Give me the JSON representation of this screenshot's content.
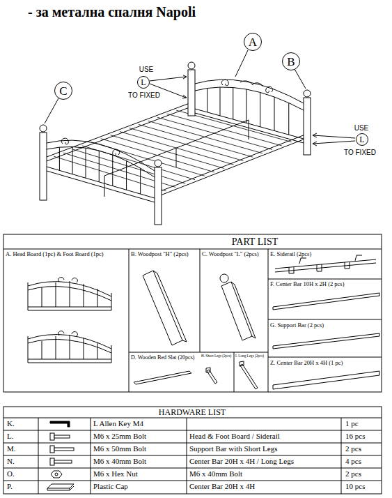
{
  "diagram": {
    "title": "- за метална спалня Napoli",
    "nodes": [
      {
        "text": [
          "A"
        ]
      },
      {
        "text": [
          "B"
        ]
      },
      {
        "text": [
          "L"
        ]
      },
      {
        "text": [
          "C"
        ]
      },
      {
        "text": [
          "L"
        ]
      }
    ],
    "labels": [
      "USE",
      "TO FIXED",
      "USE",
      "TO FIXED",
      "PART LIST",
      "A. Head Board (1pc) & Foot Board (1pc)",
      "B. Woodpost \"H\" (2pcs)",
      "C. Woodpost \"L\" (2pcs)",
      "E. Siderail (2pcs)",
      "F. Center Bar 10H x 2H (2 pcs)",
      "G. Support Bar (2 pcs)",
      "D. Wooden Bed Slat (20pcs)",
      "H. Short Legs (2pcs)",
      "I. Long Legs (2pcs)",
      "Z. Center Bar 20H x 4H (1 pc)",
      "HARDWARE LIST",
      "K.",
      "L Allen Key M4",
      "1 pc",
      "L.",
      "M6 x 25mm Bolt",
      "Head & Foot Board / Siderail",
      "16 pcs",
      "M.",
      "M6 x 50mm Bolt",
      "Support Bar with Short Legs",
      "2 pcs",
      "N.",
      "M6 x 40mm Bolt",
      "Center Bar 20H x 4H / Long Legs",
      "4 pcs",
      "O.",
      "M6 x Hex Nut",
      "M6 x 40mm Bolt",
      "2 pcs",
      "P.",
      "Plastic Cap",
      "Center Bar 20H x 4H",
      "10 pcs"
    ]
  }
}
